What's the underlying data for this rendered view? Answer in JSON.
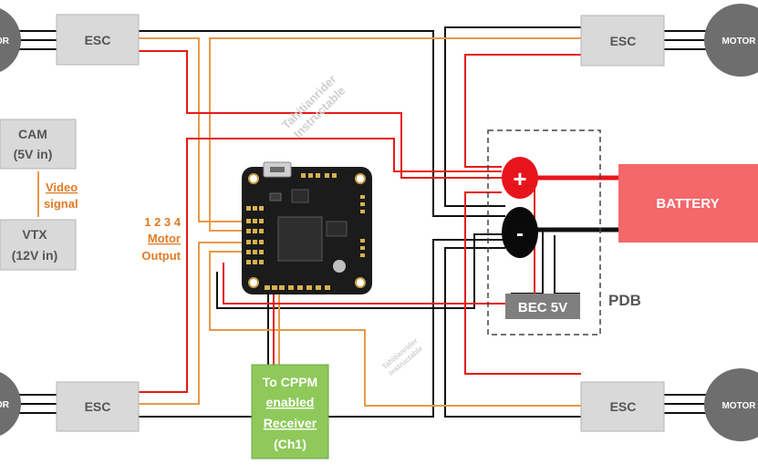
{
  "esc": {
    "top_left": "ESC",
    "top_right": "ESC",
    "bottom_left": "ESC",
    "bottom_right": "ESC"
  },
  "motor": {
    "top_left": "OR",
    "top_right": "MOTOR",
    "bottom_left": "OR",
    "bottom_right": "MOTOR"
  },
  "cam": {
    "line1": "CAM",
    "line2": "(5V in)"
  },
  "vtx": {
    "line1": "VTX",
    "line2": "(12V in)"
  },
  "video": {
    "line1": "Video",
    "line2": "signal"
  },
  "motor_output": {
    "line1": "1 2 3 4",
    "line2": "Motor",
    "line3": "Output"
  },
  "battery": {
    "label": "BATTERY"
  },
  "pdb": {
    "label": "PDB",
    "plus": "+",
    "minus": "-"
  },
  "bec": {
    "label": "BEC 5V"
  },
  "receiver": {
    "line1": "To CPPM",
    "line2": "enabled",
    "line3": "Receiver",
    "line4": "(Ch1)"
  },
  "watermark": {
    "line1": "Tahitianrider",
    "line2": "Instructable"
  },
  "colors": {
    "red_wire": "#e41b17",
    "orange_wire": "#e59a4a",
    "black_wire": "#111111",
    "box_gray": "#d9d9d9",
    "motor_gray": "#6e6e6e",
    "battery": "#f4676a",
    "plus_red": "#e8141b",
    "bec_gray": "#7f7f7f",
    "receiver_green": "#8ec95a",
    "label_orange": "#e07b25"
  }
}
